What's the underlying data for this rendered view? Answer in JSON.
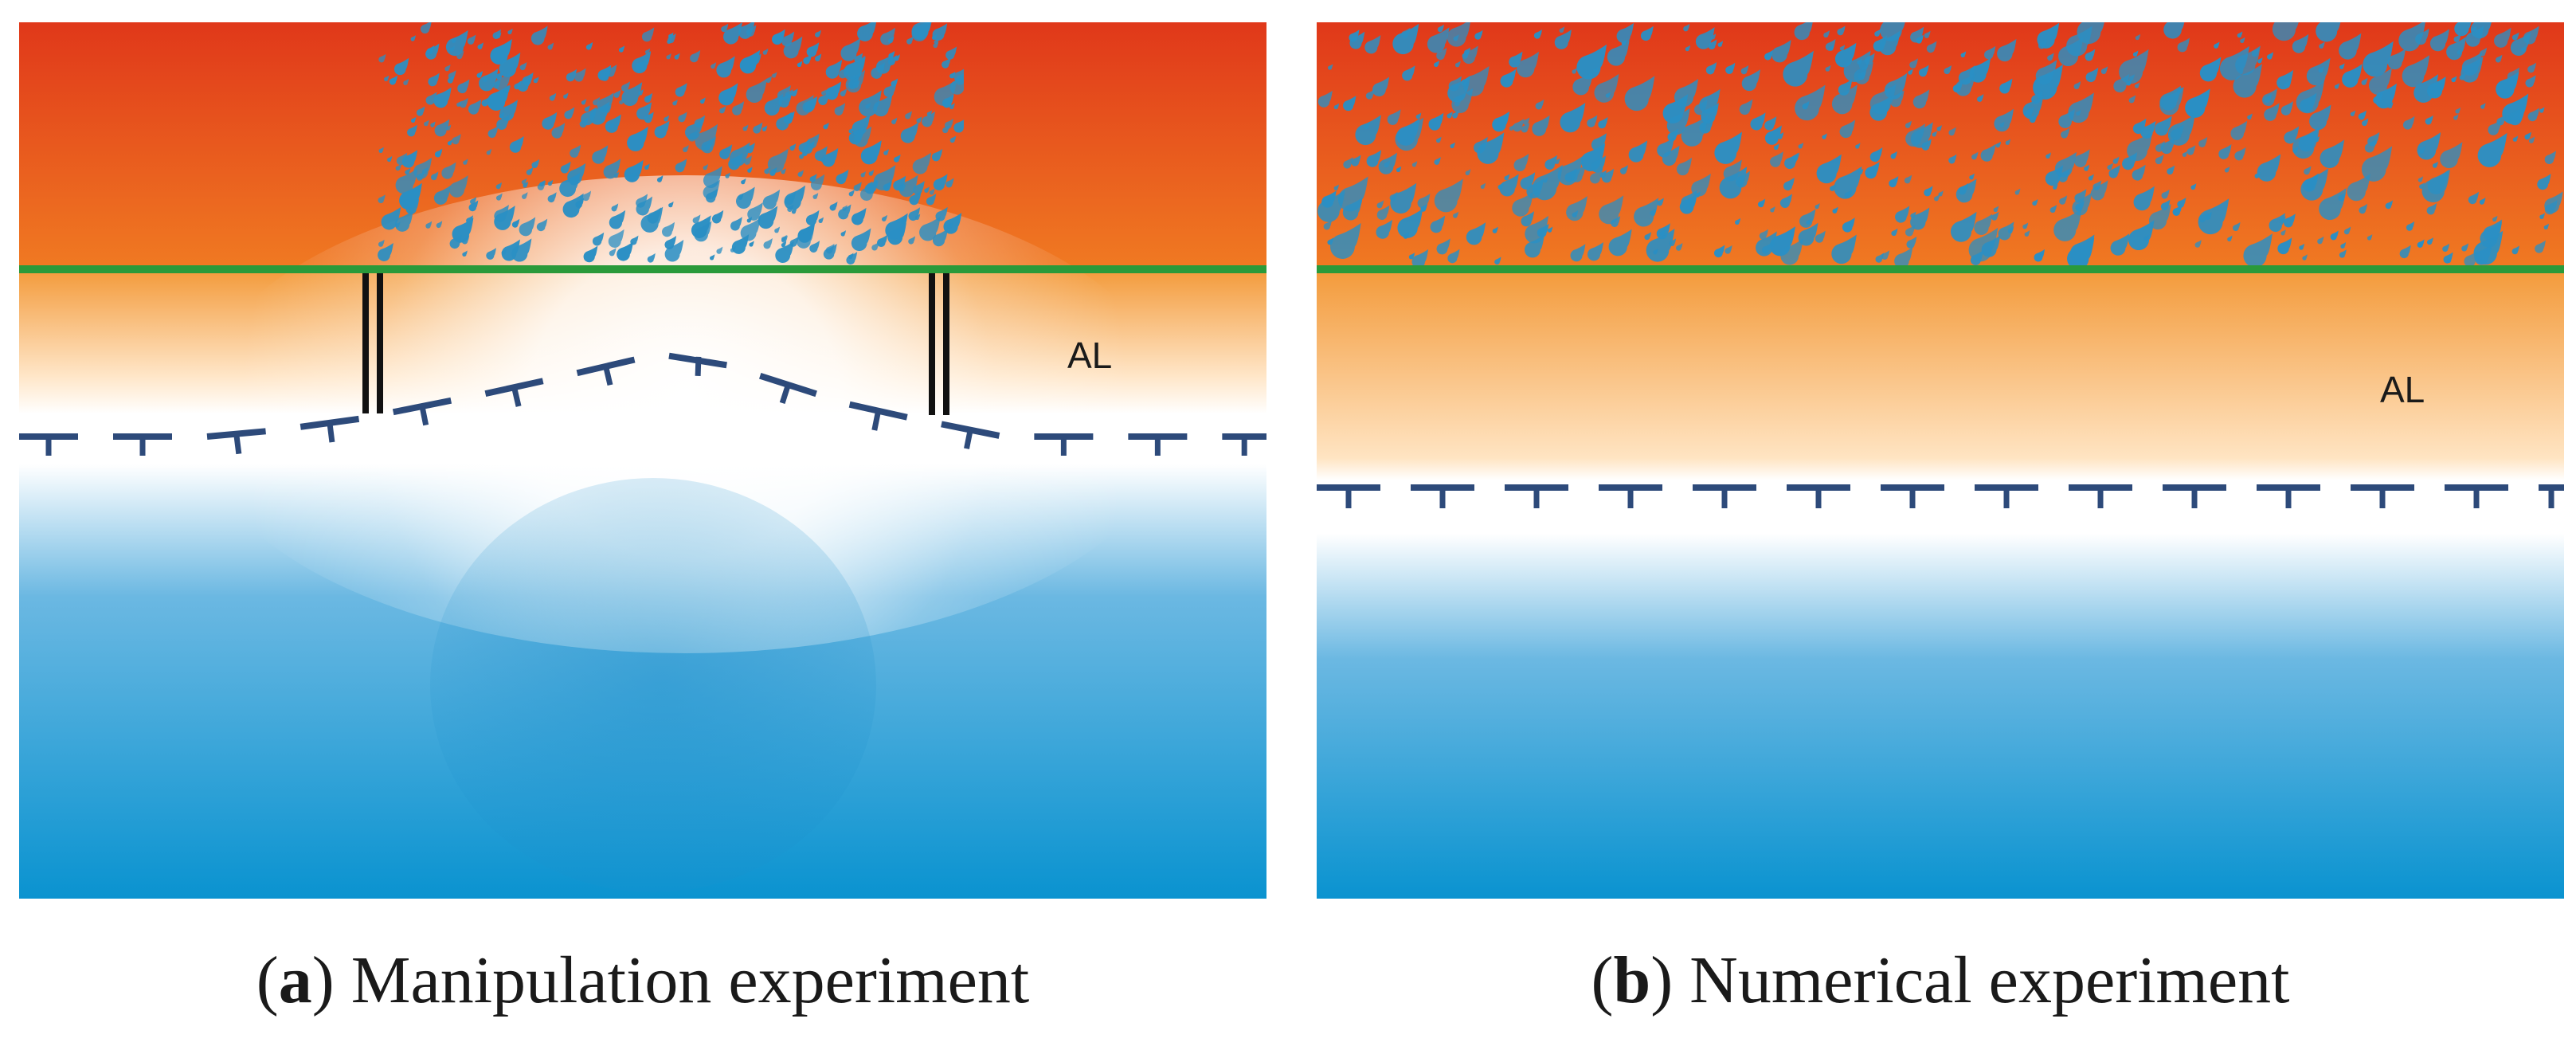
{
  "panels": [
    {
      "id": "a",
      "layer_label": "AL",
      "caption": {
        "letter": "a",
        "title": "Manipulation experiment"
      }
    },
    {
      "id": "b",
      "layer_label": "AL",
      "caption": {
        "letter": "b",
        "title": "Numerical experiment"
      }
    }
  ],
  "colors": {
    "air_top": "#e0381a",
    "air_bottom": "#f07a22",
    "surface_line": "#2a9a3a",
    "active_layer_top": "#f39a3a",
    "permafrost": "#0a93d0",
    "permafrost_table": "#2d4a7a",
    "precipitation": "#2a8fc4",
    "chamber": "#111111"
  },
  "icons": [
    "raindrop-icon",
    "permafrost-table-marker-icon",
    "chamber-wall-icon"
  ]
}
